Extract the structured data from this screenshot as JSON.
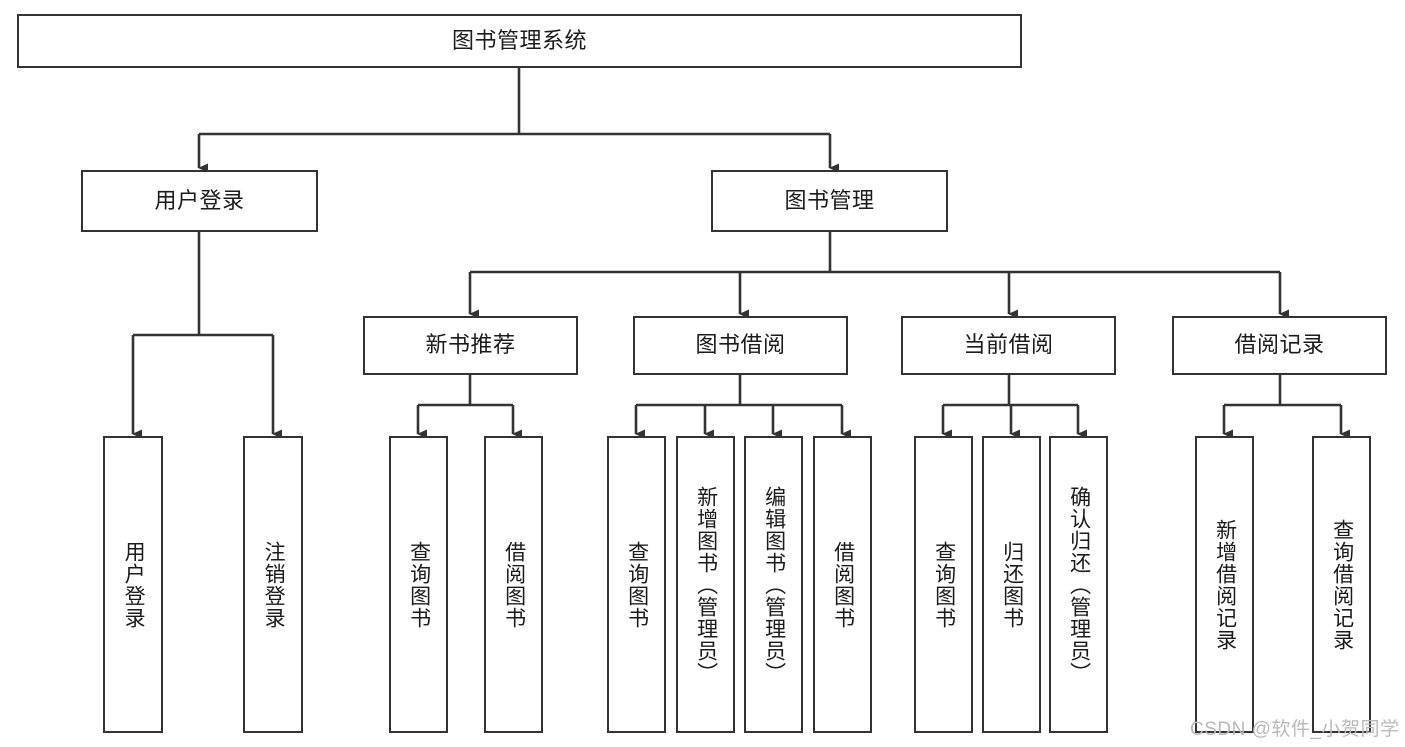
{
  "diagram": {
    "type": "tree-hierarchy",
    "orientation": "top-down",
    "root": {
      "id": "root",
      "label": "图书管理系统"
    },
    "level2": [
      {
        "id": "user-login",
        "label": "用户登录"
      },
      {
        "id": "book-manage",
        "label": "图书管理"
      }
    ],
    "level3": [
      {
        "id": "new-book-recommend",
        "label": "新书推荐",
        "parent": "book-manage"
      },
      {
        "id": "book-borrow",
        "label": "图书借阅",
        "parent": "book-manage"
      },
      {
        "id": "current-borrow",
        "label": "当前借阅",
        "parent": "book-manage"
      },
      {
        "id": "borrow-record",
        "label": "借阅记录",
        "parent": "book-manage"
      }
    ],
    "leaves": [
      {
        "id": "leaf-user-login",
        "label": "用户登录",
        "parent": "user-login"
      },
      {
        "id": "leaf-logout",
        "label": "注销登录",
        "parent": "user-login"
      },
      {
        "id": "leaf-query-book-1",
        "label": "查询图书",
        "parent": "new-book-recommend"
      },
      {
        "id": "leaf-borrow-book-1",
        "label": "借阅图书",
        "parent": "new-book-recommend"
      },
      {
        "id": "leaf-query-book-2",
        "label": "查询图书",
        "parent": "book-borrow"
      },
      {
        "id": "leaf-add-book",
        "label": "新增图书（管理员）",
        "parent": "book-borrow"
      },
      {
        "id": "leaf-edit-book",
        "label": "编辑图书（管理员）",
        "parent": "book-borrow"
      },
      {
        "id": "leaf-borrow-book-2",
        "label": "借阅图书",
        "parent": "book-borrow"
      },
      {
        "id": "leaf-query-book-3",
        "label": "查询图书",
        "parent": "current-borrow"
      },
      {
        "id": "leaf-return-book",
        "label": "归还图书",
        "parent": "current-borrow"
      },
      {
        "id": "leaf-confirm-return",
        "label": "确认归还（管理员）",
        "parent": "current-borrow"
      },
      {
        "id": "leaf-add-record",
        "label": "新增借阅记录",
        "parent": "borrow-record"
      },
      {
        "id": "leaf-query-record",
        "label": "查询借阅记录",
        "parent": "borrow-record"
      }
    ],
    "watermark": "CSDN @软件_小贺同学",
    "colors": {
      "stroke": "#333333",
      "fill": "#ffffff",
      "text": "#1b1b1b",
      "watermark": "#b9b9b9"
    }
  }
}
